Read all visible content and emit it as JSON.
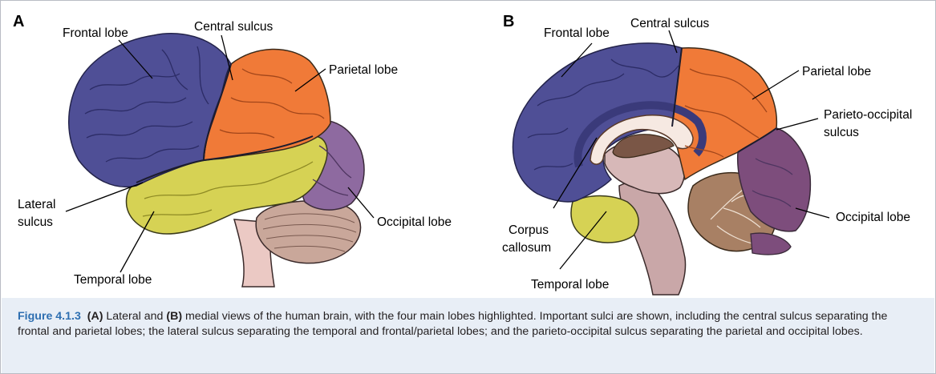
{
  "panel_a": {
    "letter": "A",
    "labels": {
      "frontal_lobe": "Frontal lobe",
      "central_sulcus": "Central sulcus",
      "parietal_lobe": "Parietal lobe",
      "lateral_sulcus_line1": "Lateral",
      "lateral_sulcus_line2": "sulcus",
      "occipital_lobe": "Occipital lobe",
      "temporal_lobe": "Temporal lobe"
    }
  },
  "panel_b": {
    "letter": "B",
    "labels": {
      "frontal_lobe": "Frontal lobe",
      "central_sulcus": "Central sulcus",
      "parietal_lobe": "Parietal lobe",
      "parieto_occipital_line1": "Parieto-occipital",
      "parieto_occipital_line2": "sulcus",
      "occipital_lobe": "Occipital lobe",
      "corpus_callosum_line1": "Corpus",
      "corpus_callosum_line2": "callosum",
      "temporal_lobe": "Temporal lobe"
    }
  },
  "colors": {
    "frontal": "#4f4f96",
    "parietal": "#f07a38",
    "temporal": "#d6d254",
    "occipital": "#8e6aa0",
    "cerebellum": "#c9a79a",
    "brainstem": "#d7b8b8",
    "caption_bg": "#e8eef6",
    "caption_label": "#2e6fb1"
  },
  "caption": {
    "label": "Figure 4.1.3",
    "seg_a": "(A)",
    "text_1": " Lateral and ",
    "seg_b": "(B)",
    "text_2": " medial views of the human brain, with the four main lobes highlighted. Important sulci are shown, including the central sulcus separating the frontal and parietal lobes; the lateral sulcus separating the temporal and frontal/parietal lobes; and the parieto-occipital sulcus separating the parietal and occipital lobes."
  }
}
